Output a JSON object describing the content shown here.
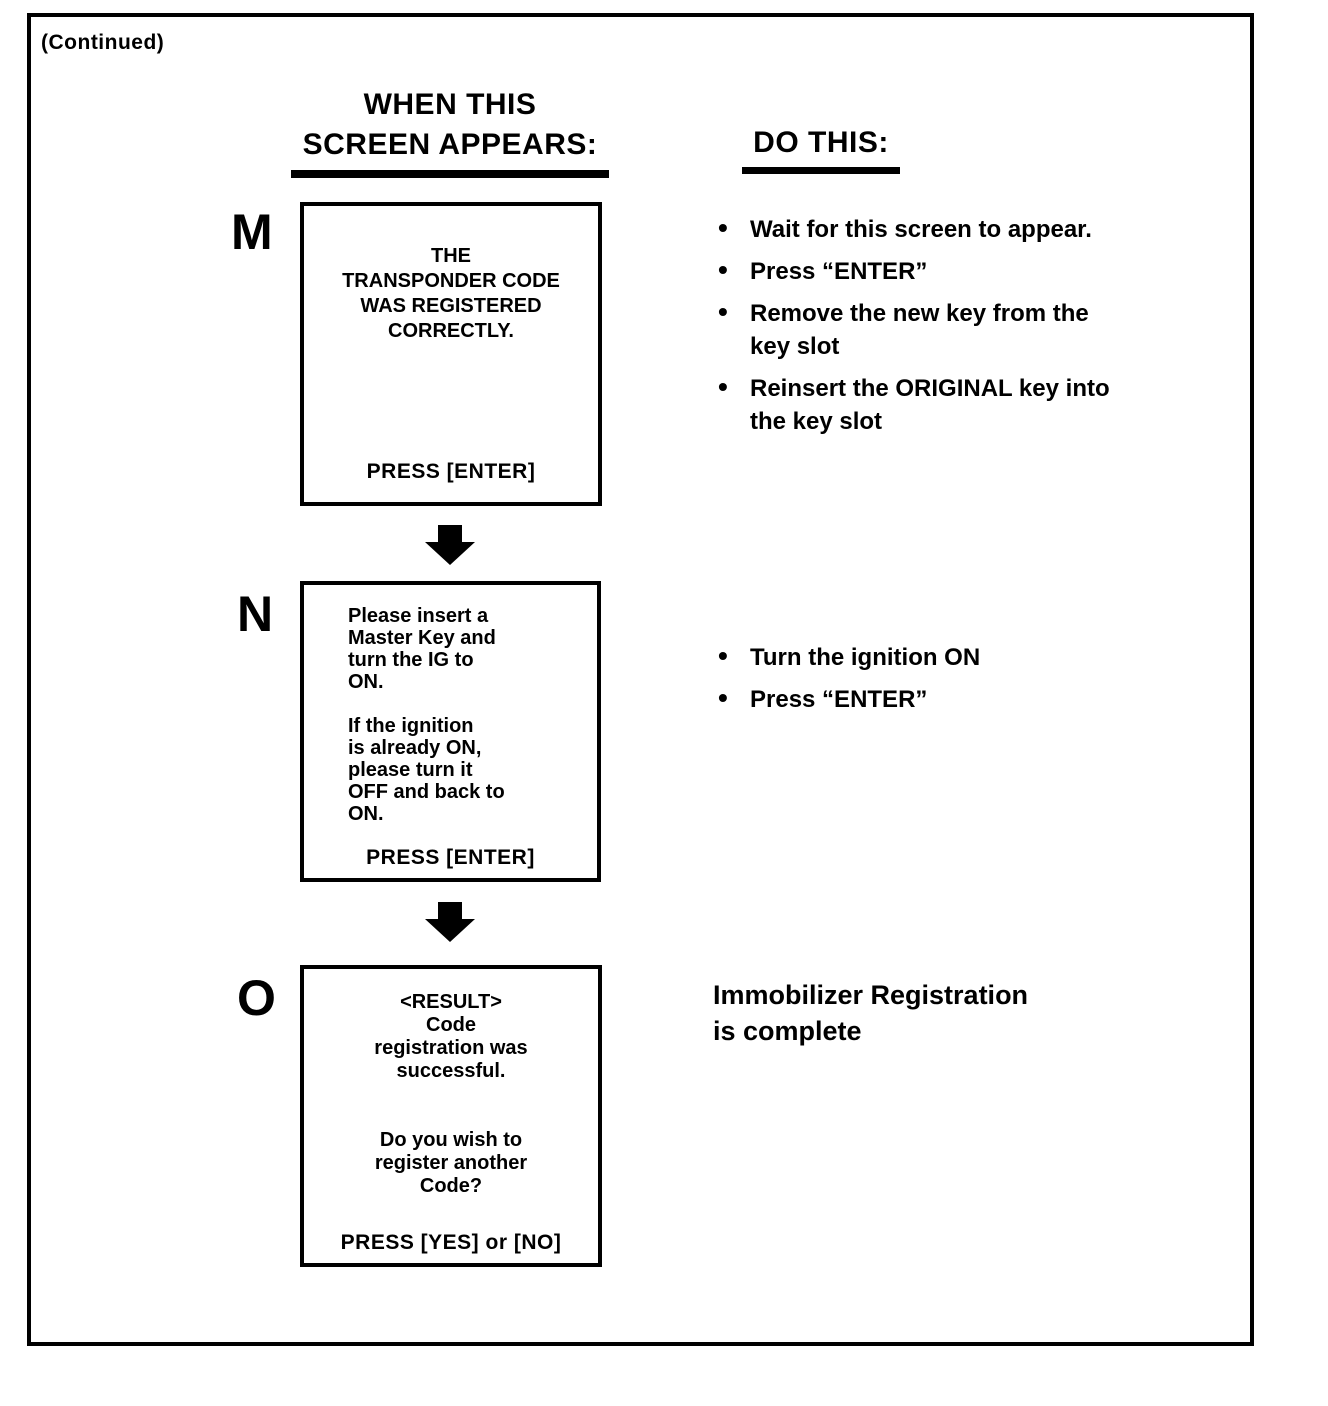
{
  "colors": {
    "ink": "#000000",
    "paper": "#ffffff"
  },
  "header": {
    "continued": "(Continued)",
    "left_title": "WHEN THIS\nSCREEN APPEARS:",
    "right_title": "DO THIS:"
  },
  "step_m": {
    "letter": "M",
    "screen": {
      "body": "THE\nTRANSPONDER CODE\nWAS REGISTERED\nCORRECTLY.",
      "footer": "PRESS [ENTER]"
    },
    "instructions": [
      "Wait for this screen to appear.",
      "Press “ENTER”",
      "Remove the new key from the\nkey slot",
      "Reinsert the ORIGINAL key into\nthe key slot"
    ]
  },
  "step_n": {
    "letter": "N",
    "screen": {
      "body": "Please insert a\nMaster Key and\nturn the IG to\nON.\n\nIf the ignition\nis already ON,\nplease turn it\nOFF and back to\nON.",
      "footer": "PRESS [ENTER]"
    },
    "instructions": [
      "Turn the ignition ON",
      "Press “ENTER”"
    ]
  },
  "step_o": {
    "letter": "O",
    "screen": {
      "body": "<RESULT>\nCode\nregistration was\nsuccessful.\n\n\nDo you wish to\nregister another\nCode?",
      "footer": "PRESS [YES] or [NO]"
    },
    "note": "Immobilizer Registration\nis complete"
  }
}
